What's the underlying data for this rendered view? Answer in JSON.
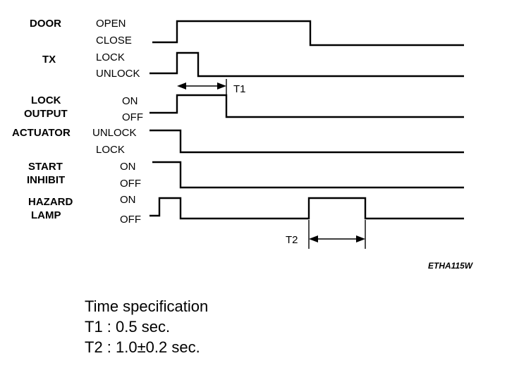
{
  "signals": [
    {
      "name": "DOOR",
      "states": [
        "OPEN",
        "CLOSE"
      ]
    },
    {
      "name": "TX",
      "states": [
        "LOCK",
        "UNLOCK"
      ]
    },
    {
      "name": "LOCK\nOUTPUT",
      "states": [
        "ON",
        "OFF"
      ]
    },
    {
      "name": "ACTUATOR",
      "states": [
        "UNLOCK",
        "LOCK"
      ]
    },
    {
      "name": "START\nINHIBIT",
      "states": [
        "ON",
        "OFF"
      ]
    },
    {
      "name": "HAZARD\nLAMP",
      "states": [
        "ON",
        "OFF"
      ]
    }
  ],
  "markers": {
    "t1": "T1",
    "t2": "T2"
  },
  "figure_code": "ETHA115W",
  "spec": {
    "title": "Time specification",
    "t1": "T1 : 0.5 sec.",
    "t2": "T2 : 1.0±0.2 sec."
  }
}
